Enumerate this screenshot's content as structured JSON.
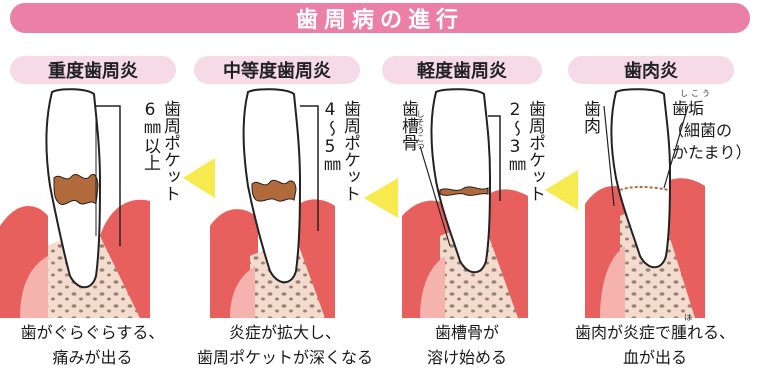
{
  "title": "歯周病の進行",
  "stages": [
    {
      "label": "重度歯周炎",
      "caption_l1": "歯がぐらぐらする、",
      "caption_l2": "痛みが出る",
      "depth": "6㎜以上",
      "pocket": "歯周ポケット"
    },
    {
      "label": "中等度歯周炎",
      "caption_l1": "炎症が拡大し、",
      "caption_l2": "歯周ポケットが深くなる",
      "depth": "4〜5㎜",
      "pocket": "歯周ポケット"
    },
    {
      "label": "軽度歯周炎",
      "caption_l1": "歯槽骨が",
      "caption_l2": "溶け始める",
      "depth": "2〜3㎜",
      "pocket": "歯周ポケット",
      "bone": "歯槽骨",
      "bone_ruby": "しそうこつ"
    },
    {
      "label": "歯肉炎",
      "caption_l1": "歯肉が炎症で腫れる、",
      "caption_l2": "血が出る",
      "gum": "歯肉",
      "plaque": "歯垢",
      "plaque_ruby": "しこう",
      "plaque_note_l1": "（細菌の",
      "plaque_note_l2": "かたまり）",
      "ruby_ha": "は"
    }
  ],
  "colors": {
    "banner": "#ec7fa6",
    "tag_bg": "#f6dbe6",
    "arrow": "#f7ea4f",
    "gum": "#e8605e",
    "bone": "#f3d9c9",
    "tartar": "#b06a3b"
  }
}
